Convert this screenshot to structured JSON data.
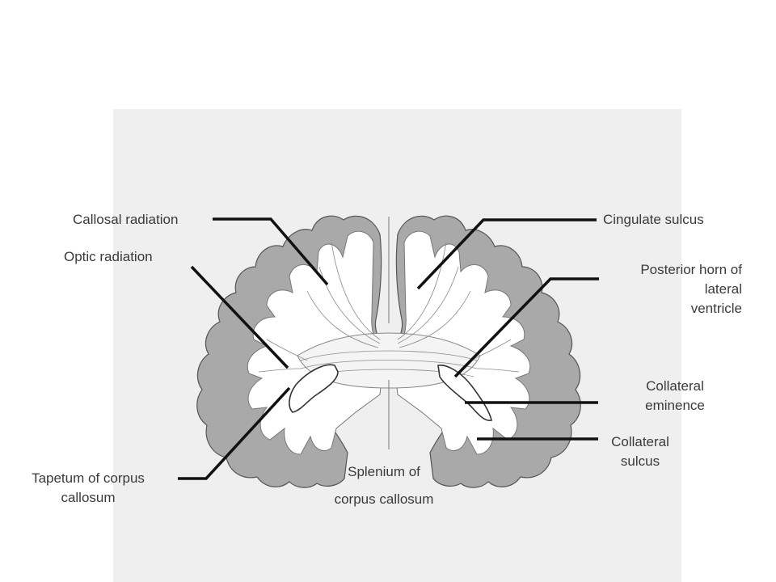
{
  "labels": {
    "callosal_radiation": "Callosal radiation",
    "optic_radiation": "Optic radiation",
    "tapetum": "Tapetum of corpus\ncallosum",
    "cingulate_sulcus": "Cingulate sulcus",
    "posterior_horn": "Posterior horn of\nlateral\nventricle",
    "collateral_eminence": "Collateral\neminence",
    "collateral_sulcus": "Collateral\nsulcus",
    "splenium_line1": "Splenium of",
    "splenium_line2": "corpus callosum"
  },
  "colors": {
    "background": "#ffffff",
    "panel": "#efefef",
    "cortex": "#a9a9a9",
    "white_matter": "#ffffff",
    "leader": "#111111",
    "text": "#3a3a3a"
  }
}
